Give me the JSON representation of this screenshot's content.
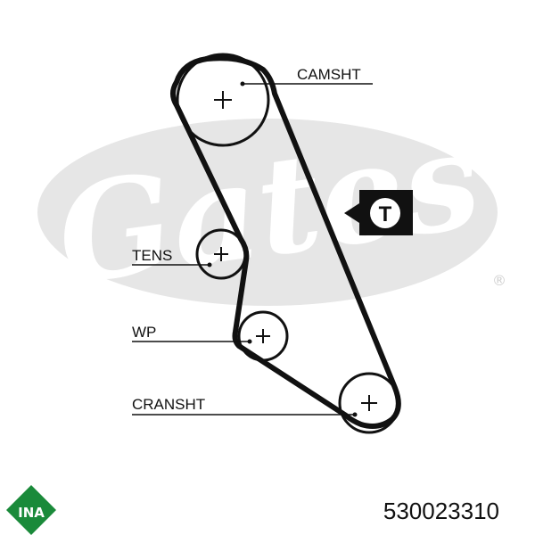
{
  "diagram": {
    "labels": {
      "camshaft": "CAMSHT",
      "tensioner": "TENS",
      "water_pump": "WP",
      "crankshaft": "CRANSHT"
    },
    "tension_marker": "T",
    "watermark": "Gates",
    "registered_mark": "®"
  },
  "footer": {
    "logo_text": "INA",
    "part_number": "530023310"
  },
  "colors": {
    "ink": "#111111",
    "watermark": "#e6e6e6",
    "logo_green": "#1a8a3a"
  }
}
